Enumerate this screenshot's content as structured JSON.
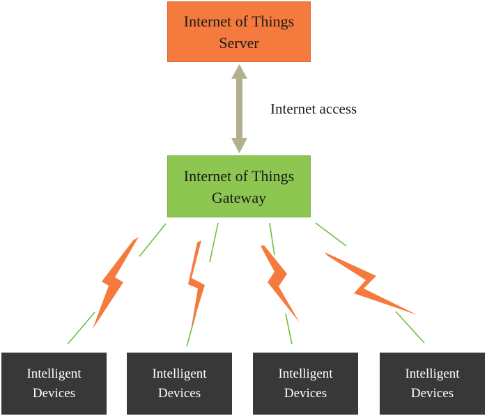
{
  "server": {
    "line1": "Internet of Things",
    "line2": "Server"
  },
  "connection_label": "Internet access",
  "gateway": {
    "line1": "Internet of Things",
    "line2": "Gateway"
  },
  "devices": [
    {
      "line1": "Intelligent",
      "line2": "Devices"
    },
    {
      "line1": "Intelligent",
      "line2": "Devices"
    },
    {
      "line1": "Intelligent",
      "line2": "Devices"
    },
    {
      "line1": "Intelligent",
      "line2": "Devices"
    }
  ],
  "colors": {
    "server_fill": "#f47a3d",
    "gateway_fill": "#8dc752",
    "device_fill": "#383838",
    "arrow": "#b3b08f",
    "wireless_line": "#6cbf3c",
    "lightning": "#f47a3d"
  }
}
